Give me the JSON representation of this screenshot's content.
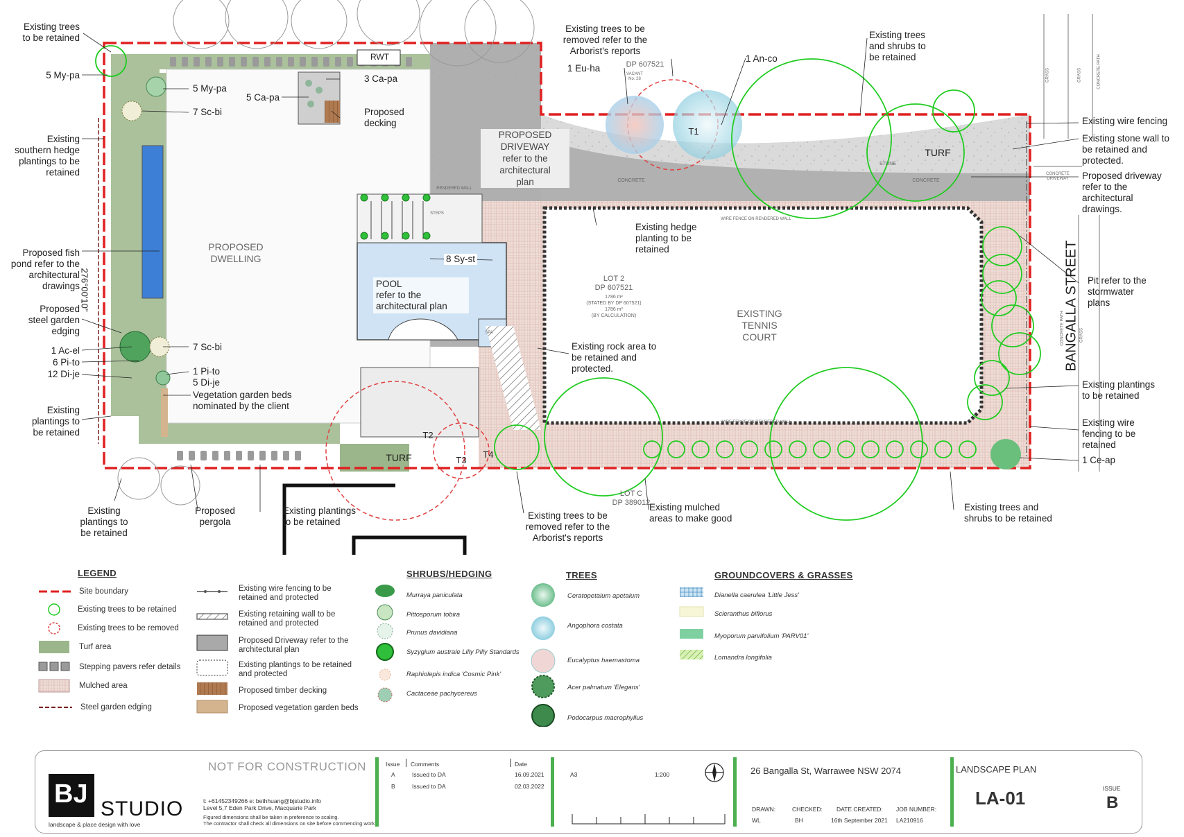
{
  "callouts": {
    "existing_trees_retained_tl": "Existing trees\nto be retained",
    "my_pa_left": "5 My-pa",
    "my_pa_inner": "5 My-pa",
    "sc_bi_top": "7 Sc-bi",
    "existing_southern_hedge": "Existing\nsouthern hedge\nplantings to be\nretained",
    "proposed_fish_pond": "Proposed fish\npond refer to the\narchitectural\ndrawings",
    "proposed_steel_edging": "Proposed\nsteel garden\nedging",
    "ac_el": "1 Ac-el",
    "pi_to_left": "6 Pi-to",
    "di_je_left": "12 Di-je",
    "existing_plantings_left": "Existing\nplantings to\nbe retained",
    "sc_bi_bottom": "7 Sc-bi",
    "pi_to_inner": "1 Pi-to",
    "di_je_inner": "5 Di-je",
    "veg_beds_client": "Vegetation garden beds\nnominated by the client",
    "existing_plantings_bottom_left": "Existing\nplantings to\nbe retained",
    "proposed_pergola": "Proposed\npergola",
    "existing_plantings_bottom": "Existing plantings\nto be retained",
    "rwt": "RWT",
    "ca_pa_3": "3 Ca-pa",
    "ca_pa_5": "5 Ca-pa",
    "proposed_decking": "Proposed\ndecking",
    "proposed_driveway_box": "PROPOSED\nDRIVEWAY\nrefer to the\narchitectural\nplan",
    "existing_trees_removed_top": "Existing trees to be\nremoved refer to the\nArborist's reports",
    "eu_ha": "1 Eu-ha",
    "an_co": "1 An-co",
    "existing_trees_shrubs_retained_top": "Existing trees\nand shrubs to\nbe retained",
    "t1": "T1",
    "turf_top": "TURF",
    "existing_wire_fencing": "Existing wire fencing",
    "existing_stone_wall": "Existing stone wall to\nbe retained and\nprotected.",
    "proposed_driveway_right": "Proposed driveway\nrefer to the\narchitectural\ndrawings.",
    "existing_hedge": "Existing hedge\nplanting to be\nretained",
    "sy_st": "8 Sy-st",
    "pool_box": "POOL\nrefer to the\narchitectural plan",
    "proposed_dwelling": "PROPOSED\nDWELLING",
    "lot2": "LOT 2\nDP 607521",
    "lot2_small": "1786 m²\n(STATED BY DP 607521)\n1786 m²\n(BY CALCULATION)",
    "existing_tennis_court": "EXISTING\nTENNIS\nCOURT",
    "street_name": "BANGALLA   STREET",
    "pit_stormwater": "Pit refer to the\nstormwater\nplans",
    "existing_rock_area": "Existing rock area to\nbe retained and\nprotected.",
    "existing_plantings_right": "Existing plantings\nto be retained",
    "existing_wire_fencing_retained": "Existing wire\nfencing to be\nretained",
    "ce_ap": "1 Ce-ap",
    "t2": "T2",
    "t3": "T3",
    "t4": "T4",
    "turf_bottom": "TURF",
    "existing_trees_removed_bottom": "Existing trees to be\nremoved refer to the\nArborist's reports",
    "existing_mulched": "Existing mulched\nareas to make good",
    "existing_trees_shrubs_bottom": "Existing trees and\nshrubs to be retained",
    "lot_c": "LOT C\nDP 389012",
    "vacant": "VACANT\nNo. 28",
    "dp_top": "DP 607521",
    "concrete_1": "CONCRETE",
    "concrete_2": "CONCRETE",
    "stone": "STONE",
    "rendered_wall_1": "RENDERED WALL",
    "wire_fence_1": "WIRE FENCE ON RENDERED WALL",
    "wire_fence_2": "WIRE FENCE ON RENDERED WALL",
    "steps": "STEPS",
    "spa": "SPA",
    "concrete_driveway": "CONCRETE\nDRIVEWAY",
    "grass_1": "GRASS",
    "grass_2": "GRASS",
    "concrete_path": "CONCRETE PATH",
    "concrete_path_2": "CONCRETE PATH",
    "grass_3": "GRASS",
    "dim_left": "276°00'10\""
  },
  "legend": {
    "title": "LEGEND",
    "items": [
      "Site boundary",
      "Existing trees to be retained",
      "Existing trees to be removed",
      "Turf area",
      "Stepping pavers refer details",
      "Mulched area",
      "Steel garden edging"
    ],
    "items2": [
      "Existing wire fencing to be\nretained and protected",
      "Existing retaining wall to be\nretained and protected",
      "Proposed Driveway refer to the\narchitectural plan",
      "Existing plantings to be retained\nand protected",
      "Proposed timber decking",
      "Proposed vegetation garden beds"
    ]
  },
  "shrubs": {
    "title": "SHRUBS/HEDGING",
    "items": [
      "Murraya paniculata",
      "Pittosporum tobira",
      "Prunus davidiana",
      "Syzygium australe Lilly Pilly Standards",
      "Raphiolepis indica 'Cosmic Pink'",
      "Cactaceae pachycereus"
    ]
  },
  "trees": {
    "title": "TREES",
    "items": [
      "Ceratopetalum apetalum",
      "Angophora costata",
      "Eucalyptus haemastoma",
      "Acer palmatum 'Elegans'",
      "Podocarpus macrophyllus"
    ]
  },
  "groundcovers": {
    "title": "GROUNDCOVERS & GRASSES",
    "items": [
      "Dianella caerulea 'Little Jess'",
      "Scleranthus biflorus",
      "Myoporum parvifolium 'PARV01'",
      "Lomandra longifolia"
    ]
  },
  "titleblock": {
    "logo": "BJ",
    "studio": "STUDIO",
    "tagline": "landscape & place design with love",
    "not_for_construction": "NOT FOR CONSTRUCTION",
    "contact": "t: +61452349266     e: bethhuang@bjstudio.info\nLevel 5,7 Eden Park Drive, Macquarie Park",
    "note": "Figured dimensions shall be taken in preference to scaling.\nThe contractor shall check all dimensions on site before commencing work.",
    "issue_h": "Issue",
    "comments_h": "Comments",
    "date_h": "Date",
    "rows": [
      {
        "issue": "A",
        "comment": "Issued to DA",
        "date": "16.09.2021"
      },
      {
        "issue": "B",
        "comment": "Issued to DA",
        "date": "02.03.2022"
      }
    ],
    "paper": "A3",
    "scale": "1:200",
    "address": "26 Bangalla St, Warrawee NSW 2074",
    "drawn_h": "DRAWN:",
    "drawn": "WL",
    "checked_h": "CHECKED:",
    "checked": "BH",
    "date_created_h": "DATE CREATED:",
    "date_created": "16th September 2021",
    "job_h": "JOB NUMBER:",
    "job": "LA210916",
    "sheet_title": "LANDSCAPE PLAN",
    "sheet_no": "LA-01",
    "issue_label": "ISSUE",
    "issue": "B"
  },
  "colors": {
    "boundary": "#e02020",
    "retain_circle": "#22cc22",
    "turf": "#9bb68a",
    "concrete": "#a9a9a9",
    "mulch": "#e8d2cc",
    "pool": "#cfe3f5",
    "title_green": "#4caf50"
  }
}
